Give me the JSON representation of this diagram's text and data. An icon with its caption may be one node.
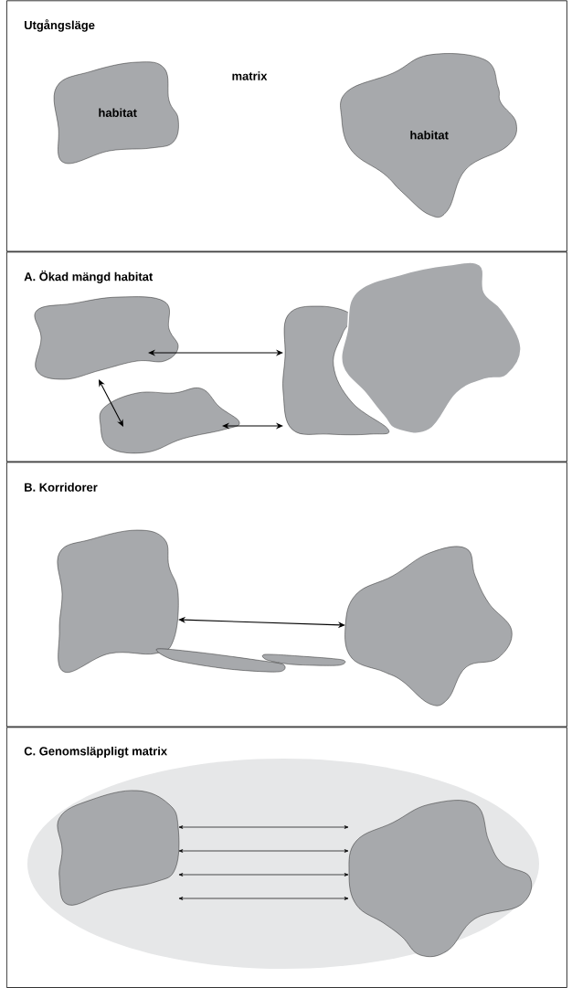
{
  "diagram": {
    "nodes": [
      {
        "text": [
          "Utgångsläge"
        ]
      },
      {
        "text": [
          "habitat"
        ],
        "in": 0
      },
      {
        "text": [
          "habitat"
        ],
        "in": 0
      },
      {
        "text": [
          "A. Ökad mängd habitat"
        ]
      },
      {
        "text": [],
        "shape": "blob",
        "in": 3
      },
      {
        "text": [],
        "shape": "blob",
        "in": 3
      },
      {
        "text": [],
        "shape": "blob",
        "in": 3
      },
      {
        "text": [],
        "shape": "blob",
        "in": 3
      },
      {
        "text": [
          "B. Korridorer"
        ]
      },
      {
        "text": [],
        "shape": "blob",
        "in": 8
      },
      {
        "text": [],
        "shape": "blob",
        "in": 8
      },
      {
        "text": [],
        "shape": "bar",
        "in": 8
      },
      {
        "text": [],
        "shape": "bar",
        "in": 8
      },
      {
        "text": [
          "C. Genomsläppligt matrix"
        ]
      },
      {
        "text": [],
        "shape": "ellipse",
        "in": 13
      },
      {
        "text": [],
        "shape": "blob",
        "in": 14
      },
      {
        "text": [],
        "shape": "blob",
        "in": 14
      }
    ],
    "edges": [
      {
        "from": 4,
        "to": 6,
        "arrow": "both"
      },
      {
        "from": 4,
        "to": 5,
        "arrow": "both"
      },
      {
        "from": 5,
        "to": 6,
        "arrow": "both"
      },
      {
        "from": 9,
        "to": 10,
        "arrow": "both"
      },
      {
        "from": 15,
        "to": 16,
        "arrow": "both"
      },
      {
        "from": 15,
        "to": 16,
        "arrow": "both"
      },
      {
        "from": 15,
        "to": 16,
        "arrow": "both"
      },
      {
        "from": 15,
        "to": 16,
        "arrow": "both"
      }
    ],
    "labels": [
      "matrix"
    ]
  }
}
